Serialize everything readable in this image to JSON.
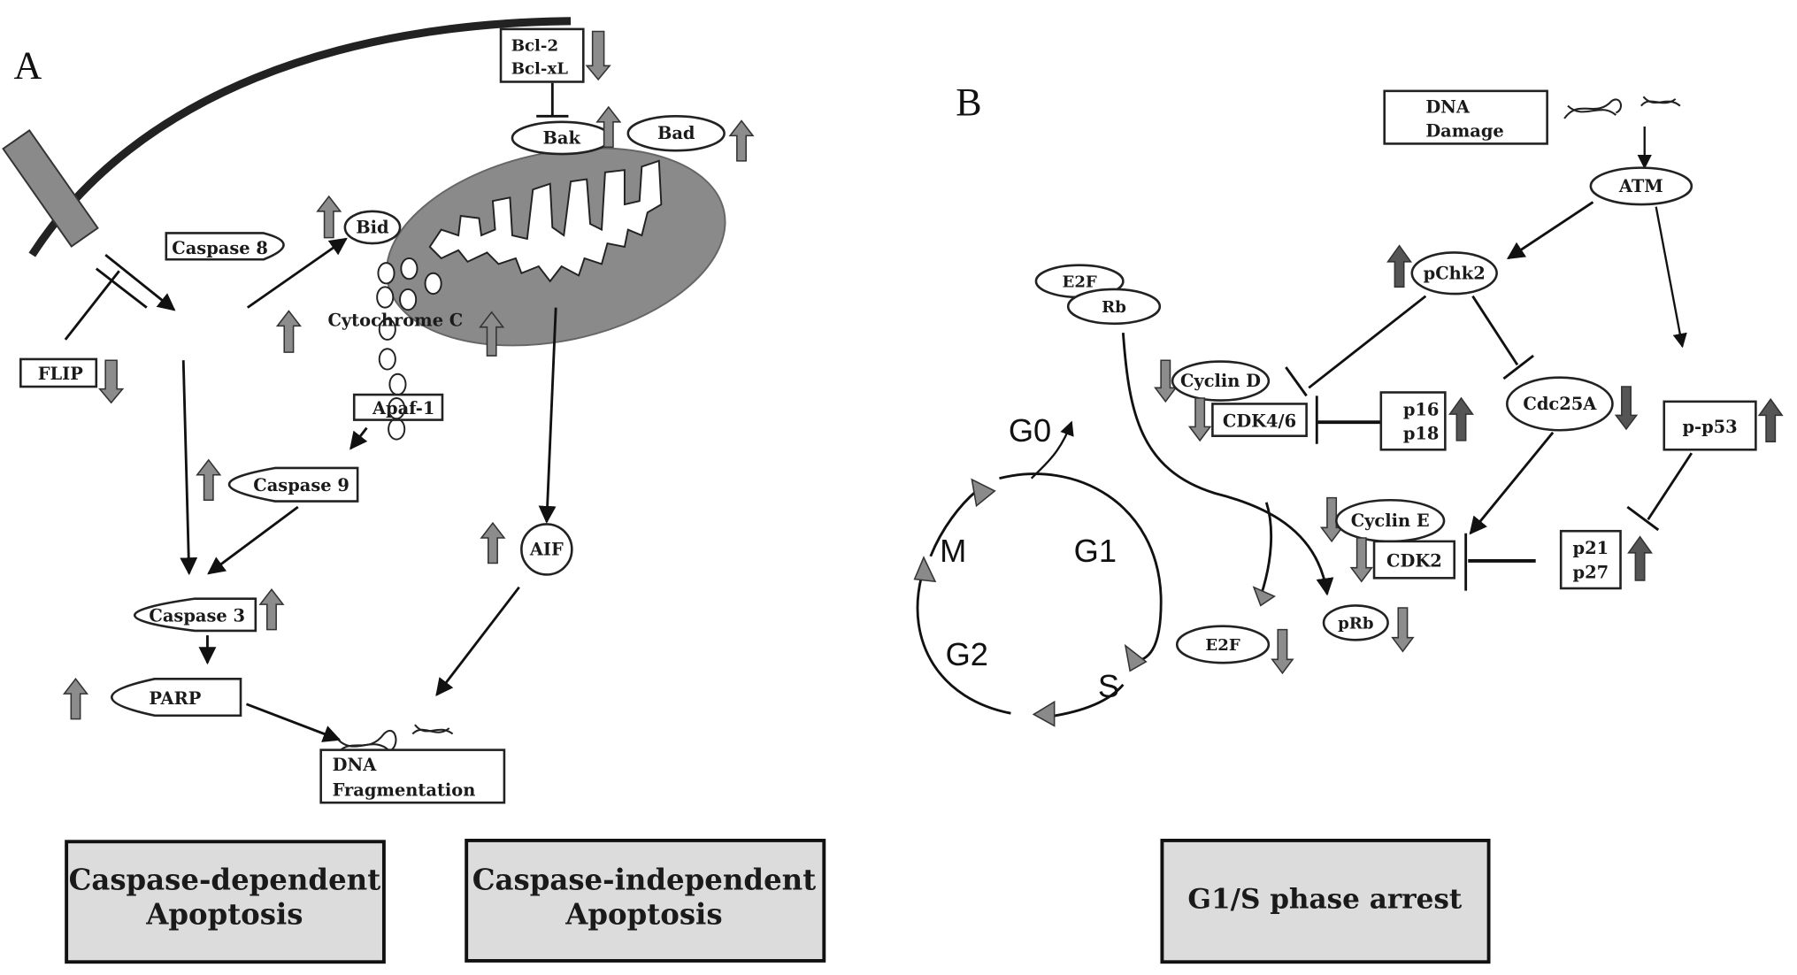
{
  "panels": {
    "a": {
      "label": "A"
    },
    "b": {
      "label": "B"
    }
  },
  "panel_a": {
    "nodes": {
      "bcl2": "Bcl-2",
      "bclxl": "Bcl-xL",
      "bak": "Bak",
      "bad": "Bad",
      "bid": "Bid",
      "caspase8": "Caspase 8",
      "cytochrome_c": "Cytochrome C",
      "apaf1": "Apaf-1",
      "flip": "FLIP",
      "caspase9": "Caspase 9",
      "caspase3": "Caspase 3",
      "parp": "PARP",
      "aif": "AIF",
      "dna_frag_line1": "DNA",
      "dna_frag_line2": "Fragmentation"
    },
    "regulation": {
      "bcl2_bclxl": "down",
      "bak": "up",
      "bad": "up",
      "bid": "up",
      "caspase8": "up",
      "cytochrome_c": "up",
      "flip": "down",
      "caspase9": "up",
      "caspase3": "up",
      "parp": "up",
      "aif": "up"
    },
    "outcomes": [
      {
        "line1": "Caspase-dependent",
        "line2": "Apoptosis"
      },
      {
        "line1": "Caspase-independent",
        "line2": "Apoptosis"
      }
    ]
  },
  "panel_b": {
    "nodes": {
      "dna_damage_line1": "DNA",
      "dna_damage_line2": "Damage",
      "atm": "ATM",
      "pchk2": "pChk2",
      "e2f_complex": "E2F",
      "rb": "Rb",
      "cyclin_d": "Cyclin D",
      "cdk46": "CDK4/6",
      "p16": "p16",
      "p18": "p18",
      "cdc25a": "Cdc25A",
      "pp53": "p-p53",
      "cyclin_e": "Cyclin E",
      "cdk2": "CDK2",
      "p21": "p21",
      "p27": "p27",
      "e2f_free": "E2F",
      "prb": "pRb"
    },
    "regulation": {
      "pchk2": "up",
      "cyclin_d": "down",
      "cdk46": "down",
      "p16_p18": "up",
      "cdc25a": "down",
      "pp53": "up",
      "cyclin_e": "down",
      "cdk2": "down",
      "p21_p27": "up",
      "e2f_free": "down",
      "prb": "down"
    },
    "cell_cycle": {
      "phases": [
        "G0",
        "G1",
        "S",
        "G2",
        "M"
      ]
    },
    "outcome": {
      "line1": "G1/S phase arrest"
    }
  }
}
